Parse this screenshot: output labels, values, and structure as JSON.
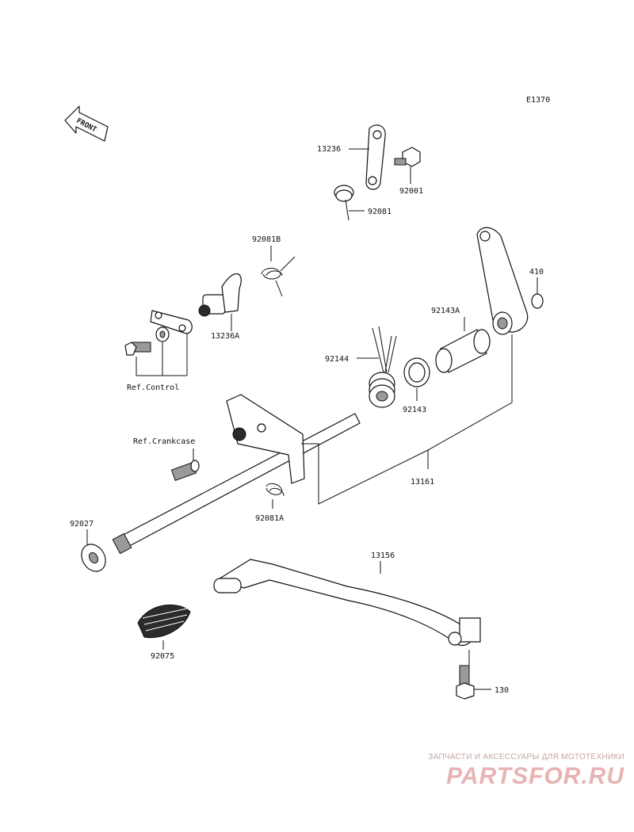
{
  "diagram": {
    "code": "E1370",
    "front_label": "FRONT",
    "labels": {
      "p13236": "13236",
      "p92001": "92001",
      "p92081": "92081",
      "p92081b": "92081B",
      "p13236a": "13236A",
      "p410": "410",
      "p92143a": "92143A",
      "p92144": "92144",
      "p92143": "92143",
      "ref_control": "Ref.Control",
      "ref_crankcase": "Ref.Crankcase",
      "p13161": "13161",
      "p92081a": "92081A",
      "p92027": "92027",
      "p13156": "13156",
      "p92075": "92075",
      "p130": "130"
    }
  },
  "watermark": {
    "caption": "ЗАПЧАСТИ И АКСЕССУАРЫ ДЛЯ МОТОТЕХНИКИ",
    "logo": "PARTSFOR.RU"
  }
}
